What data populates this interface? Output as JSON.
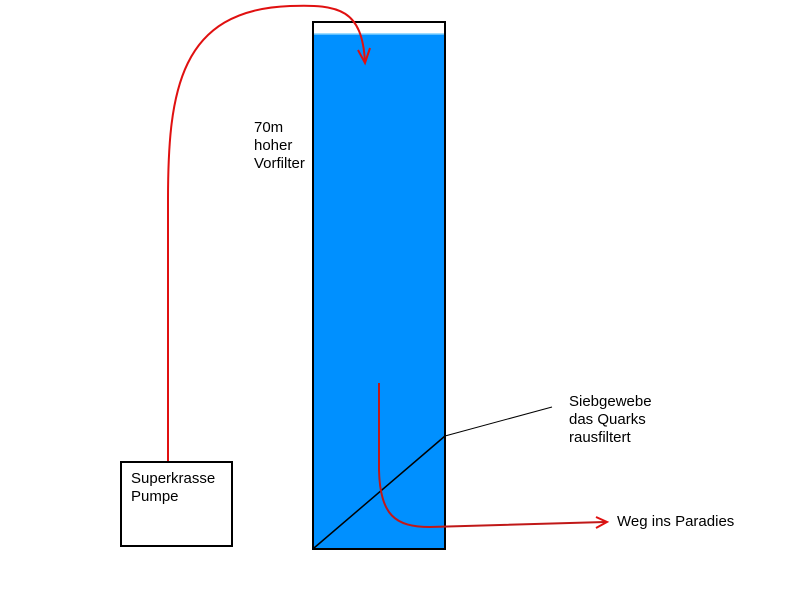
{
  "labels": {
    "filter": [
      "70m",
      "hoher",
      "Vorfilter"
    ],
    "mesh": [
      "Siebgewebe",
      "das Quarks",
      "rausfiltert"
    ],
    "outlet": "Weg ins Paradies",
    "pump": [
      "Superkrasse",
      "Pumpe"
    ]
  },
  "colors": {
    "water": "#0090ff",
    "pipe": "#e01010",
    "outline": "#000000"
  }
}
